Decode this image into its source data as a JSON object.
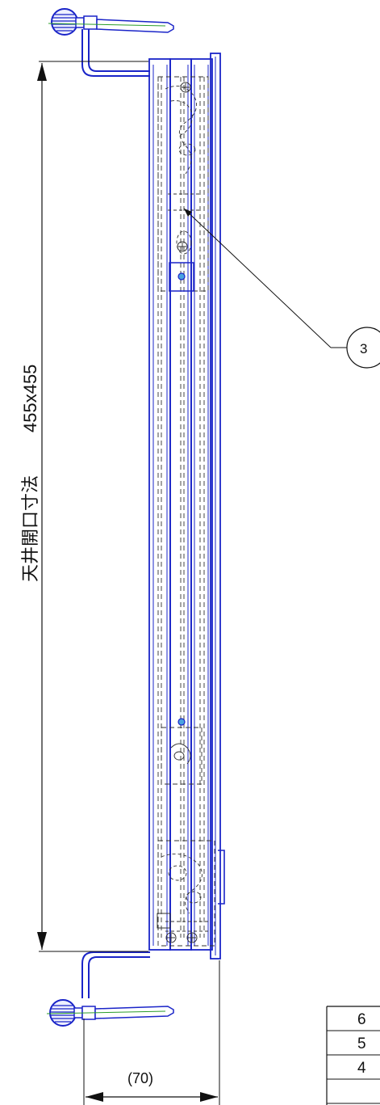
{
  "dimensions": {
    "opening_label": "天井開口寸法",
    "opening_value": "455x455",
    "depth_label": "(70)"
  },
  "callout": {
    "number": "3"
  },
  "parts_table": {
    "rows": [
      "6",
      "5",
      "4"
    ]
  },
  "colors": {
    "outline": "#1a24c8",
    "hidden_line": "#333333",
    "green_center": "#2a9d2a",
    "dimension": "#111111"
  }
}
